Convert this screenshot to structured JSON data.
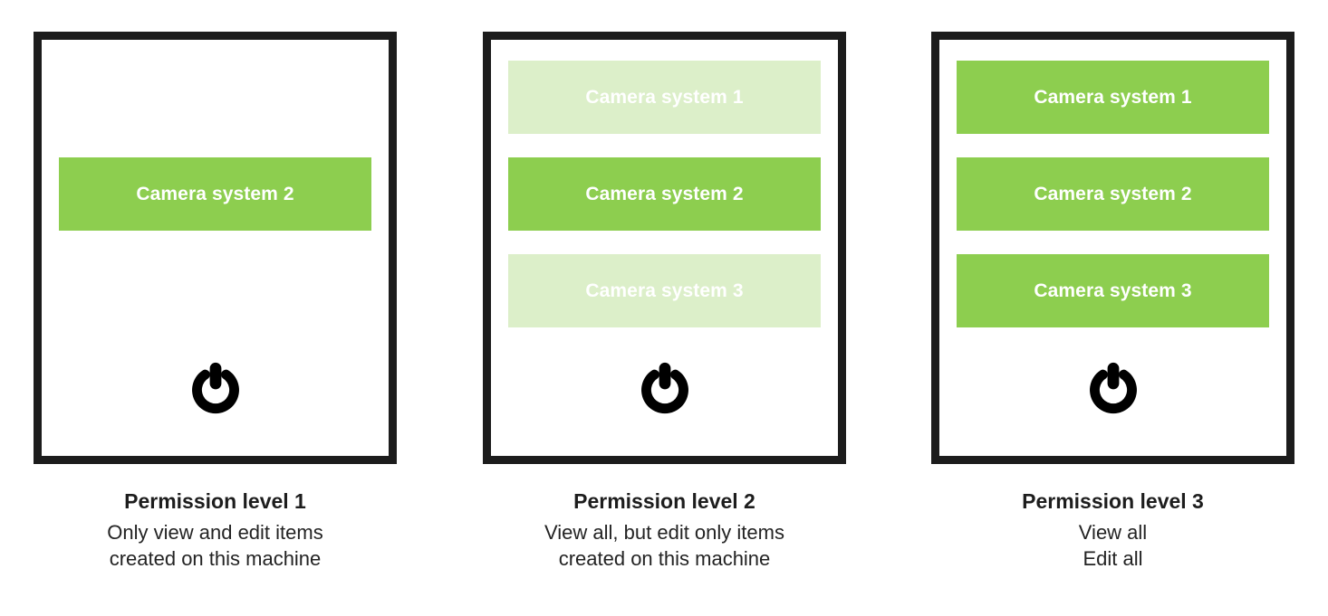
{
  "figure": {
    "title": "Permission levels diagram",
    "colors": {
      "active_green": "#8DCE4F",
      "faded_green": "#DCEFC9",
      "frame_black": "#1C1C1C",
      "label_white": "#FFFFFF",
      "text_black": "#1D1D1D"
    },
    "power_icon_name": "power-icon"
  },
  "panels": [
    {
      "id": "permission-level-1",
      "slots": [
        {
          "label": "",
          "state": "empty"
        },
        {
          "label": "Camera system 2",
          "state": "active"
        },
        {
          "label": "",
          "state": "empty"
        }
      ],
      "caption": {
        "title": "Permission level 1",
        "lines": [
          "Only view and edit items",
          "created on this machine"
        ]
      }
    },
    {
      "id": "permission-level-2",
      "slots": [
        {
          "label": "Camera system 1",
          "state": "faded"
        },
        {
          "label": "Camera system 2",
          "state": "active"
        },
        {
          "label": "Camera system 3",
          "state": "faded"
        }
      ],
      "caption": {
        "title": "Permission level 2",
        "lines": [
          "View all, but edit only items",
          "created on this machine"
        ]
      }
    },
    {
      "id": "permission-level-3",
      "slots": [
        {
          "label": "Camera system 1",
          "state": "active"
        },
        {
          "label": "Camera system 2",
          "state": "active"
        },
        {
          "label": "Camera system 3",
          "state": "active"
        }
      ],
      "caption": {
        "title": "Permission level 3",
        "lines": [
          "View all",
          "Edit all"
        ]
      }
    }
  ]
}
